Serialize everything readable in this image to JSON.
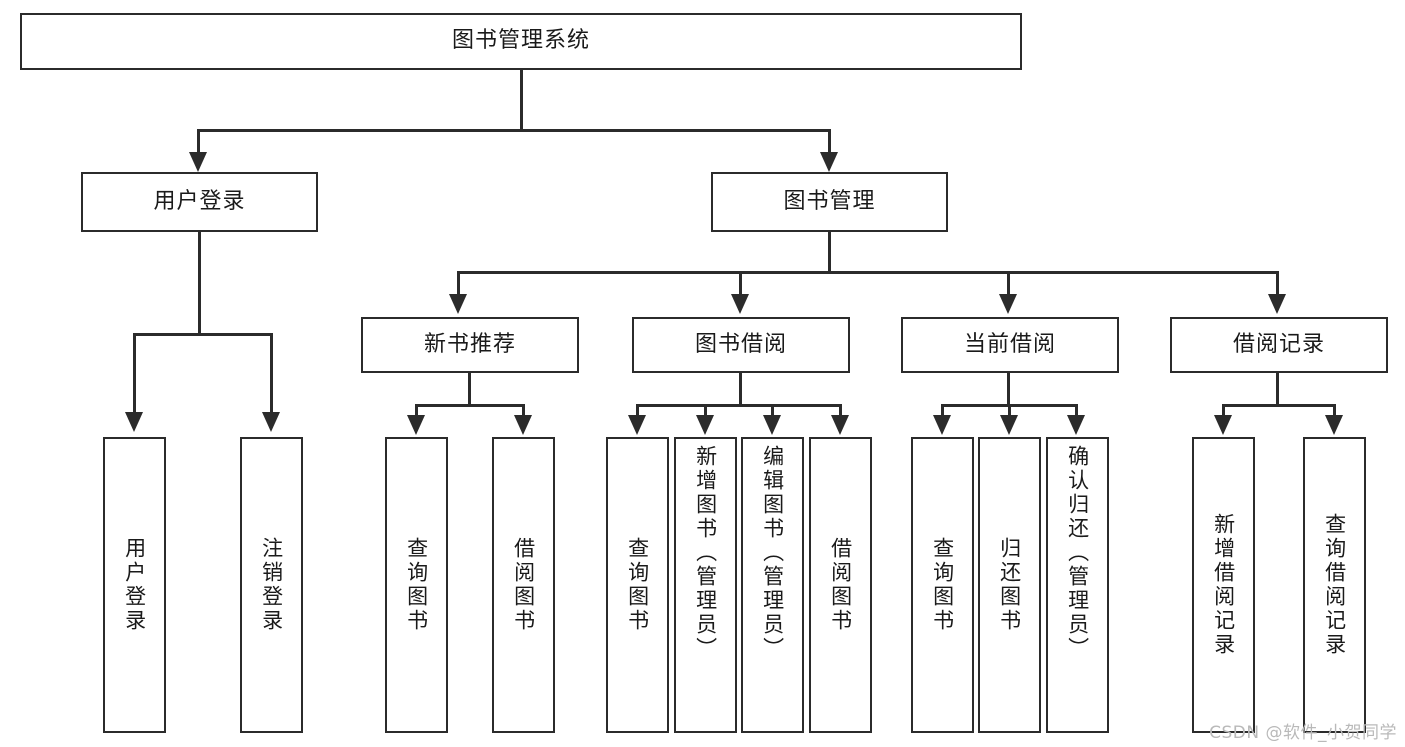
{
  "diagram": {
    "type": "tree-hierarchy",
    "title": "图书管理系统",
    "root": {
      "label": "图书管理系统"
    },
    "level1": [
      {
        "label": "用户登录"
      },
      {
        "label": "图书管理"
      }
    ],
    "level2": [
      {
        "label": "新书推荐"
      },
      {
        "label": "图书借阅"
      },
      {
        "label": "当前借阅"
      },
      {
        "label": "借阅记录"
      }
    ],
    "leaves": {
      "user_login": [
        {
          "label": "用户登录"
        },
        {
          "label": "注销登录"
        }
      ],
      "new_book_recommend": [
        {
          "label": "查询图书"
        },
        {
          "label": "借阅图书"
        }
      ],
      "book_borrow": [
        {
          "label": "查询图书"
        },
        {
          "label": "新增图书（管理员）"
        },
        {
          "label": "编辑图书（管理员）"
        },
        {
          "label": "借阅图书"
        }
      ],
      "current_borrow": [
        {
          "label": "查询图书"
        },
        {
          "label": "归还图书"
        },
        {
          "label": "确认归还（管理员）"
        }
      ],
      "borrow_record": [
        {
          "label": "新增借阅记录"
        },
        {
          "label": "查询借阅记录"
        }
      ]
    }
  },
  "watermark": {
    "text": "CSDN @软件_小贺同学"
  },
  "colors": {
    "stroke": "#2b2b2b",
    "background": "#ffffff",
    "text": "#1a1a1a",
    "watermark": "#b9b9b9"
  }
}
